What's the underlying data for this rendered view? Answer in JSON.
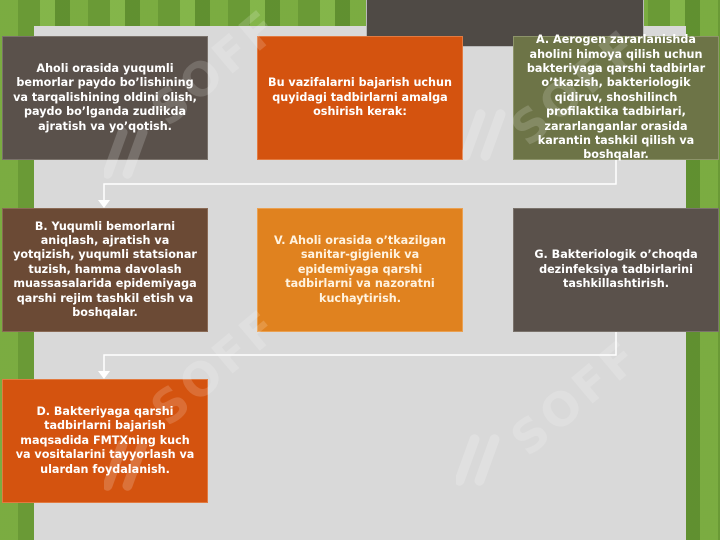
{
  "slide": {
    "boxes": {
      "intro": "Aholi orasida yuqumli bemorlar paydo bo’lishining va tarqalishining oldini olish, paydo bo’lganda zudlikda ajratish va yo’qotish.",
      "task": "Bu vazifalarni bajarish uchun quyidagi tadbirlarni amalga oshirish kerak:",
      "a": "A. Aerogen zararlanishda aholini himoya qilish uchun bakteriyaga qarshi tadbirlar o’tkazish, bakteriologik qidiruv, shoshilinch profilaktika tadbirlari, zararlanganlar orasida karantin tashkil qilish va boshqalar.",
      "b": "B. Yuqumli bemorlarni aniqlash, ajratish va yotqizish, yuqumli statsionar tuzish, hamma davolash muassasalarida epidemiyaga qarshi rejim tashkil etish va boshqalar.",
      "v": "V. Aholi orasida o’tkazilgan sanitar-gigienik va epidemiyaga qarshi tadbirlarni va nazoratni kuchaytirish.",
      "g": "G. Bakteriologik o’choqda dezinfeksiya tadbirlarini tashkillashtirish.",
      "d": "D. Bakteriyaga qarshi tadbirlarni bajarish maqsadida FMTXning kuch va vositalarini tayyorlash va ulardan foydalanish."
    },
    "watermark": "SOFF",
    "colors": {
      "background": "#6f9e3a",
      "panel": "#d9d9d9",
      "dark": "#5a514b",
      "brown": "#6b4a35",
      "red": "#d4530f",
      "orange": "#e0821f",
      "olive": "#6d7447",
      "connector": "#ffffff"
    }
  }
}
